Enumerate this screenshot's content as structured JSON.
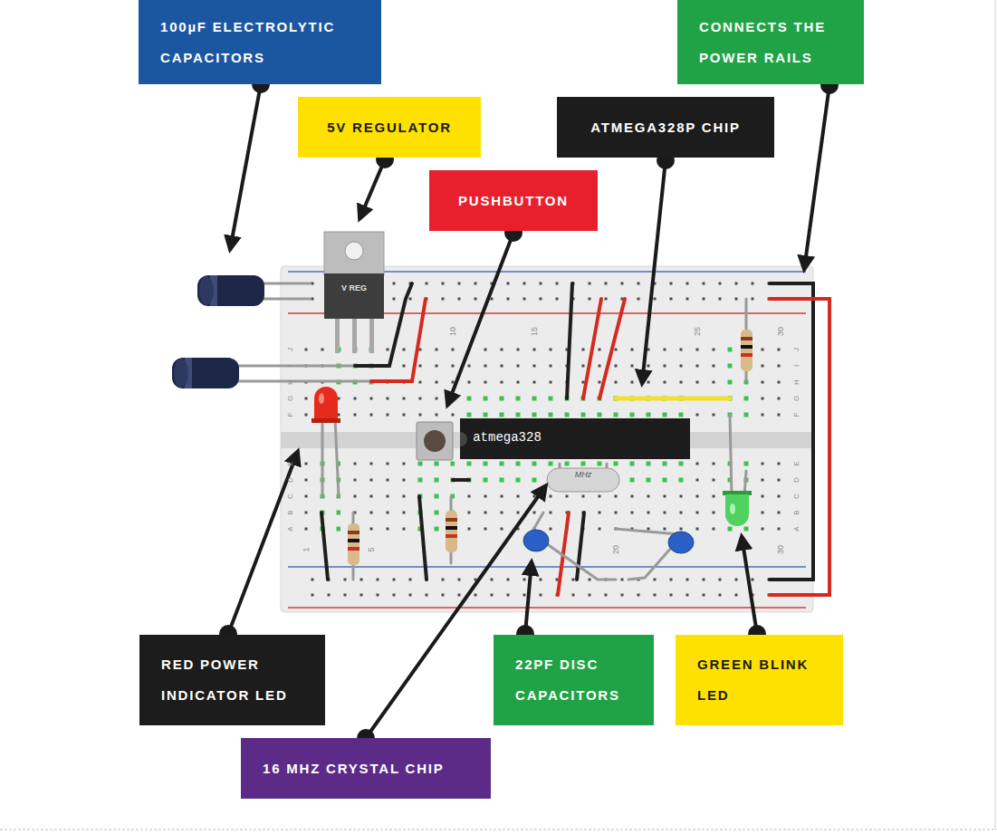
{
  "diagram": {
    "nodes": [
      {
        "text": [
          "100µF ELECTROLYTIC CAPACITORS"
        ]
      },
      {
        "text": [
          "CONNECTS THE POWER RAILS"
        ]
      },
      {
        "text": [
          "5V REGULATOR"
        ]
      },
      {
        "text": [
          "ATMEGA328P CHIP"
        ]
      },
      {
        "text": [
          "PUSHBUTTON"
        ]
      },
      {
        "text": [
          "RED POWER INDICATOR LED"
        ]
      },
      {
        "text": [
          "22PF DISC CAPACITORS"
        ]
      },
      {
        "text": [
          "GREEN BLINK LED"
        ]
      },
      {
        "text": [
          "16 MHZ CRYSTAL CHIP"
        ]
      }
    ],
    "labels": [
      "V REG",
      "atmega328",
      "MHz",
      "10",
      "15",
      "25",
      "30",
      "1",
      "5",
      "20",
      "30",
      "J",
      "I",
      "H",
      "G",
      "F",
      "E",
      "D",
      "C",
      "B",
      "A",
      "J",
      "I",
      "H",
      "G",
      "F",
      "E",
      "D",
      "C",
      "B",
      "A"
    ]
  }
}
